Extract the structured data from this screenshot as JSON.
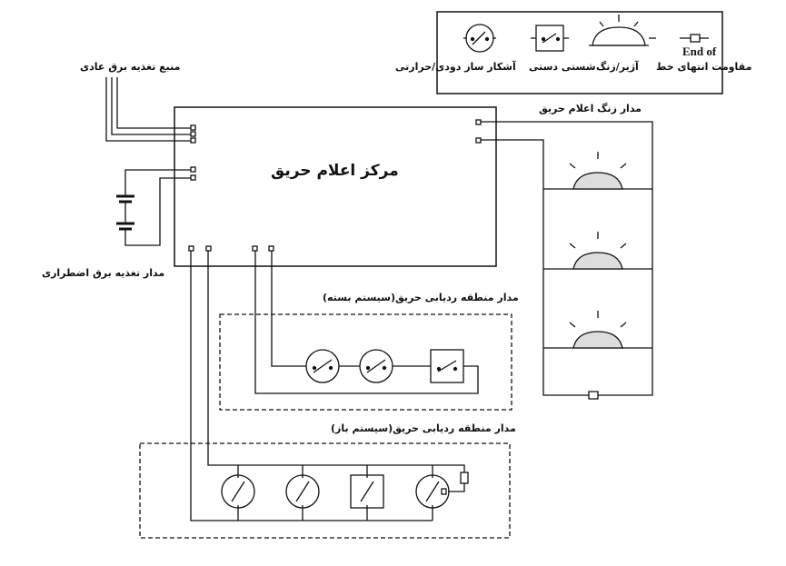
{
  "legend": {
    "end_of_line_resistor_symbol": "End of",
    "end_of_line_resistor": "مقاومت انتهای خط",
    "siren_bell": "آژیر/زنگ",
    "manual_call_point": "شستی دستی",
    "smoke_heat_detector": "آشکار ساز دودی/حرارتی"
  },
  "labels": {
    "normal_power": "منبع تغذیه برق عادی",
    "emergency_power": "مدار تغذیه برق اضطراری",
    "control_panel": "مرکز اعلام حریق",
    "alarm_bell_circuit": "مدار زنگ اعلام حریق",
    "closed_zone": "مدار منطقه ردیابی حریق(سیستم بسته)",
    "open_zone": "مدار منطقه ردیابی حریق(سیستم باز)"
  }
}
